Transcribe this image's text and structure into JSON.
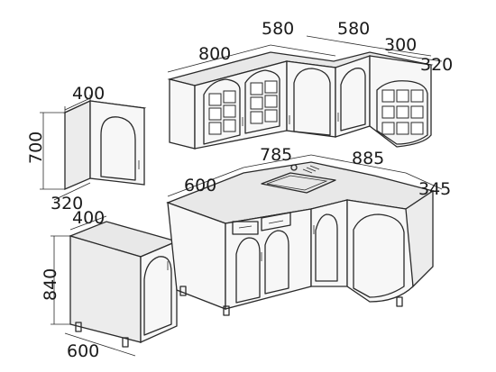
{
  "dimensions": {
    "upper_800": "800",
    "upper_580_a": "580",
    "upper_580_b": "580",
    "upper_300": "300",
    "upper_320": "320",
    "wall_width_400": "400",
    "wall_height_700": "700",
    "wall_depth_320": "320",
    "counter_785": "785",
    "counter_885": "885",
    "counter_600": "600",
    "counter_345": "345",
    "base_width_400": "400",
    "base_height_840": "840",
    "base_depth_600": "600"
  },
  "colors": {
    "line": "#2a2a2a",
    "countertop": "#e8e8e8",
    "face": "#f7f7f7"
  }
}
